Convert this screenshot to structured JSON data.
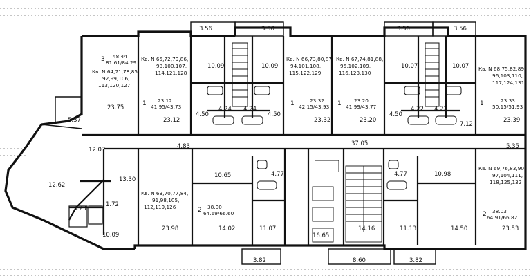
{
  "areas": [
    {
      "id": "balc-1",
      "text": "3.56"
    },
    {
      "id": "balc-2",
      "text": "3.56"
    },
    {
      "id": "balc-3",
      "text": "3.56"
    },
    {
      "id": "balc-4",
      "text": "3.56"
    },
    {
      "id": "a3-living",
      "text": "23.75"
    },
    {
      "id": "a1-living",
      "text": "23.12"
    },
    {
      "id": "a1-kitchen-a",
      "text": "10.09"
    },
    {
      "id": "a1-kitchen-b",
      "text": "10.09"
    },
    {
      "id": "a1b-hall",
      "text": "4.50"
    },
    {
      "id": "a1b-bath-a",
      "text": "4.24"
    },
    {
      "id": "a1b-bath-b",
      "text": "4.24"
    },
    {
      "id": "a1c-hall",
      "text": "4.50"
    },
    {
      "id": "a1c-living",
      "text": "23.32"
    },
    {
      "id": "a1d-living",
      "text": "23.20"
    },
    {
      "id": "a1e-kitchen-a",
      "text": "10.07"
    },
    {
      "id": "a1e-kitchen-b",
      "text": "10.07"
    },
    {
      "id": "a1e-hall",
      "text": "4.50"
    },
    {
      "id": "a1e-bath-a",
      "text": "4.22"
    },
    {
      "id": "a1e-bath-b",
      "text": "4.22"
    },
    {
      "id": "a1f-hall",
      "text": "7.12"
    },
    {
      "id": "a1f-living",
      "text": "23.39"
    },
    {
      "id": "left-balc",
      "text": "5.37"
    },
    {
      "id": "corridor-left",
      "text": "12.07"
    },
    {
      "id": "corridor-mid",
      "text": "4.83"
    },
    {
      "id": "corridor-main",
      "text": "37.05"
    },
    {
      "id": "corridor-right",
      "text": "5.35"
    },
    {
      "id": "corner-living",
      "text": "12.62"
    },
    {
      "id": "corner-bath",
      "text": "3.23"
    },
    {
      "id": "corner-wc",
      "text": "1.72"
    },
    {
      "id": "corner-kitchen",
      "text": "10.09"
    },
    {
      "id": "corner-hall",
      "text": "13.30"
    },
    {
      "id": "b2-hall",
      "text": "10.65"
    },
    {
      "id": "b2-bath",
      "text": "4.77"
    },
    {
      "id": "b2-living",
      "text": "23.98"
    },
    {
      "id": "b2-bed",
      "text": "14.02"
    },
    {
      "id": "b2-kitchen",
      "text": "11.07"
    },
    {
      "id": "stair-hall",
      "text": "16.65"
    },
    {
      "id": "stair",
      "text": "14.16"
    },
    {
      "id": "c2-bath",
      "text": "4.77"
    },
    {
      "id": "c2-kitchen",
      "text": "11.13"
    },
    {
      "id": "c2-hall",
      "text": "10.98"
    },
    {
      "id": "c2-bed",
      "text": "14.50"
    },
    {
      "id": "c2-living",
      "text": "23.53"
    },
    {
      "id": "balc-bottom-1",
      "text": "3.82"
    },
    {
      "id": "balc-bottom-2",
      "text": "8.60"
    },
    {
      "id": "balc-bottom-3",
      "text": "3.82"
    }
  ],
  "apartments": [
    {
      "id": "apt-3",
      "rooms": "3",
      "area_line": "48.44",
      "totals": "81.61/84.29",
      "numbers": [
        "Кв. N 64,71,78,85,",
        "92,99,106,",
        "113,120,127"
      ]
    },
    {
      "id": "apt-1a",
      "rooms": "1",
      "area_line": "23.12",
      "totals": "41.95/43.73",
      "numbers": [
        "Кв. N 65,72,79,86,",
        "93,100,107,",
        "114,121,128"
      ]
    },
    {
      "id": "apt-1b",
      "rooms": "1",
      "area_line": "23.32",
      "totals": "42.15/43.93",
      "numbers": [
        "Кв. N 66,73,80,87,",
        "94,101,108,",
        "115,122,129"
      ]
    },
    {
      "id": "apt-1c",
      "rooms": "1",
      "area_line": "23.20",
      "totals": "41.99/43.77",
      "numbers": [
        "Кв. N 67,74,81,88,",
        "95,102,109,",
        "116,123,130"
      ]
    },
    {
      "id": "apt-1d",
      "rooms": "1",
      "area_line": "23.33",
      "totals": "50.15/51.93",
      "numbers": [
        "Кв. N 68,75,82,89,",
        "96,103,110,",
        "117,124,131"
      ]
    },
    {
      "id": "apt-2a",
      "rooms": "2",
      "area_line": "38.00",
      "totals": "64.69/66.60",
      "numbers": [
        "Кв. N 63,70,77,84,",
        "91,98,105,",
        "112,119,126"
      ]
    },
    {
      "id": "apt-2b",
      "rooms": "2",
      "area_line": "38.03",
      "totals": "64.91/66.82",
      "numbers": [
        "Кв. N 69,76,83,90,",
        "97,104,111,",
        "118,125,132"
      ]
    }
  ]
}
